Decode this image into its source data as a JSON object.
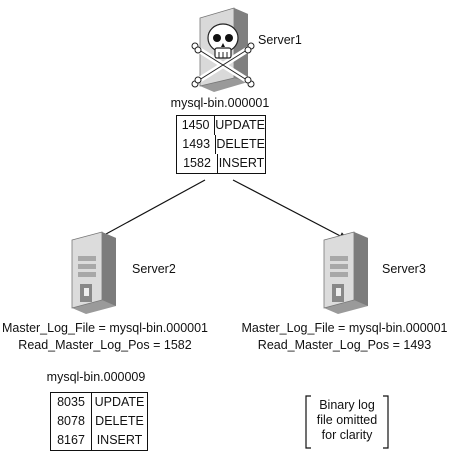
{
  "server1": {
    "name": "Server1",
    "binlog_name": "mysql-bin.000001",
    "events": [
      {
        "pos": "1450",
        "event": "UPDATE"
      },
      {
        "pos": "1493",
        "event": "DELETE"
      },
      {
        "pos": "1582",
        "event": "INSERT"
      }
    ]
  },
  "server2": {
    "name": "Server2",
    "master_log_file": "Master_Log_File = mysql-bin.000001",
    "read_master_log_pos": "Read_Master_Log_Pos = 1582",
    "binlog_name": "mysql-bin.000009",
    "events": [
      {
        "pos": "8035",
        "event": "UPDATE"
      },
      {
        "pos": "8078",
        "event": "DELETE"
      },
      {
        "pos": "8167",
        "event": "INSERT"
      }
    ]
  },
  "server3": {
    "name": "Server3",
    "master_log_file": "Master_Log_File = mysql-bin.000001",
    "read_master_log_pos": "Read_Master_Log_Pos = 1493",
    "note_lines": [
      "Binary log",
      "file omitted",
      "for clarity"
    ]
  },
  "icons": [
    "crashed-server-icon",
    "server-icon",
    "skull-crossbones-icon"
  ],
  "colors": {
    "ink": "#111111",
    "server_light": "#d4d4d4",
    "server_dark": "#8a8a8a"
  }
}
